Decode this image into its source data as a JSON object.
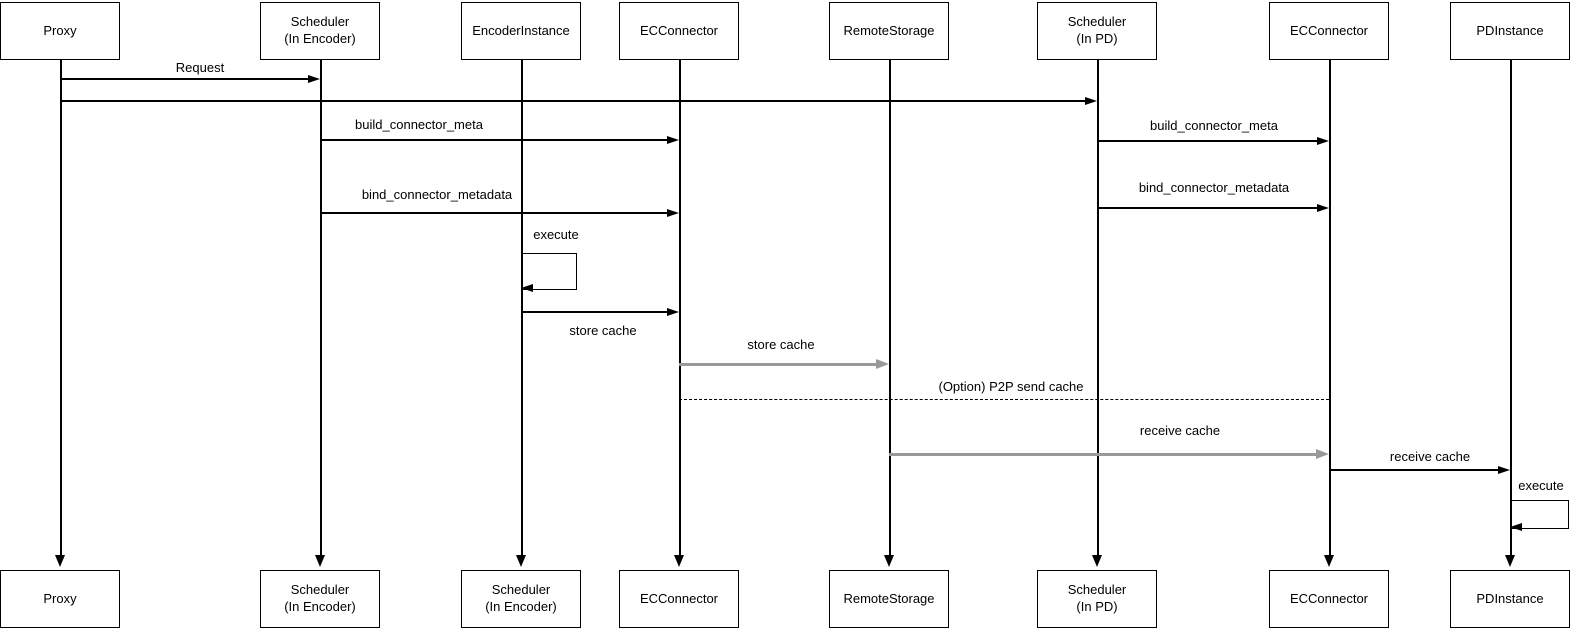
{
  "diagram_type": "uml-sequence-diagram",
  "colors": {
    "stroke": "#000000",
    "secondary_stroke": "#999999",
    "box_fill": "#ffffff",
    "background": "#ffffff"
  },
  "participants": {
    "top": [
      {
        "line1": "Proxy"
      },
      {
        "line1": "Scheduler",
        "line2": "(In Encoder)"
      },
      {
        "line1": "EncoderInstance"
      },
      {
        "line1": "ECConnector"
      },
      {
        "line1": "RemoteStorage"
      },
      {
        "line1": "Scheduler",
        "line2": "(In PD)"
      },
      {
        "line1": "ECConnector"
      },
      {
        "line1": "PDInstance"
      }
    ],
    "bottom": [
      {
        "line1": "Proxy"
      },
      {
        "line1": "Scheduler",
        "line2": "(In Encoder)"
      },
      {
        "line1": "Scheduler",
        "line2": "(In Encoder)"
      },
      {
        "line1": "ECConnector"
      },
      {
        "line1": "RemoteStorage"
      },
      {
        "line1": "Scheduler",
        "line2": "(In PD)"
      },
      {
        "line1": "ECConnector"
      },
      {
        "line1": "PDInstance"
      }
    ]
  },
  "messages": {
    "request": {
      "label": "Request",
      "from": "Proxy",
      "to": "Scheduler (In Encoder)"
    },
    "proxy_to_pd_scheduler": {
      "label": "",
      "from": "Proxy",
      "to": "Scheduler (In PD)"
    },
    "build_connector_meta_left": {
      "label": "build_connector_meta",
      "from": "Scheduler (In Encoder)",
      "to": "ECConnector"
    },
    "bind_connector_metadata_left": {
      "label": "bind_connector_metadata",
      "from": "Scheduler (In Encoder)",
      "to": "ECConnector"
    },
    "execute_encoder": {
      "label": "execute",
      "from": "EncoderInstance",
      "to": "EncoderInstance"
    },
    "store_cache_encoder_to_ec": {
      "label": "store cache",
      "from": "EncoderInstance",
      "to": "ECConnector"
    },
    "store_cache_ec_to_remote": {
      "label": "store cache",
      "from": "ECConnector",
      "to": "RemoteStorage"
    },
    "p2p_send_cache": {
      "label": "(Option) P2P send cache",
      "from": "ECConnector",
      "to": "ECConnector"
    },
    "build_connector_meta_right": {
      "label": "build_connector_meta",
      "from": "Scheduler (In PD)",
      "to": "ECConnector"
    },
    "bind_connector_metadata_right": {
      "label": "bind_connector_metadata",
      "from": "Scheduler (In PD)",
      "to": "ECConnector"
    },
    "receive_cache_remote_to_ec": {
      "label": "receive cache",
      "from": "RemoteStorage",
      "to": "ECConnector"
    },
    "receive_cache_ec_to_pd": {
      "label": "receive cache",
      "from": "ECConnector",
      "to": "PDInstance"
    },
    "execute_pd": {
      "label": "execute",
      "from": "PDInstance",
      "to": "PDInstance"
    }
  }
}
